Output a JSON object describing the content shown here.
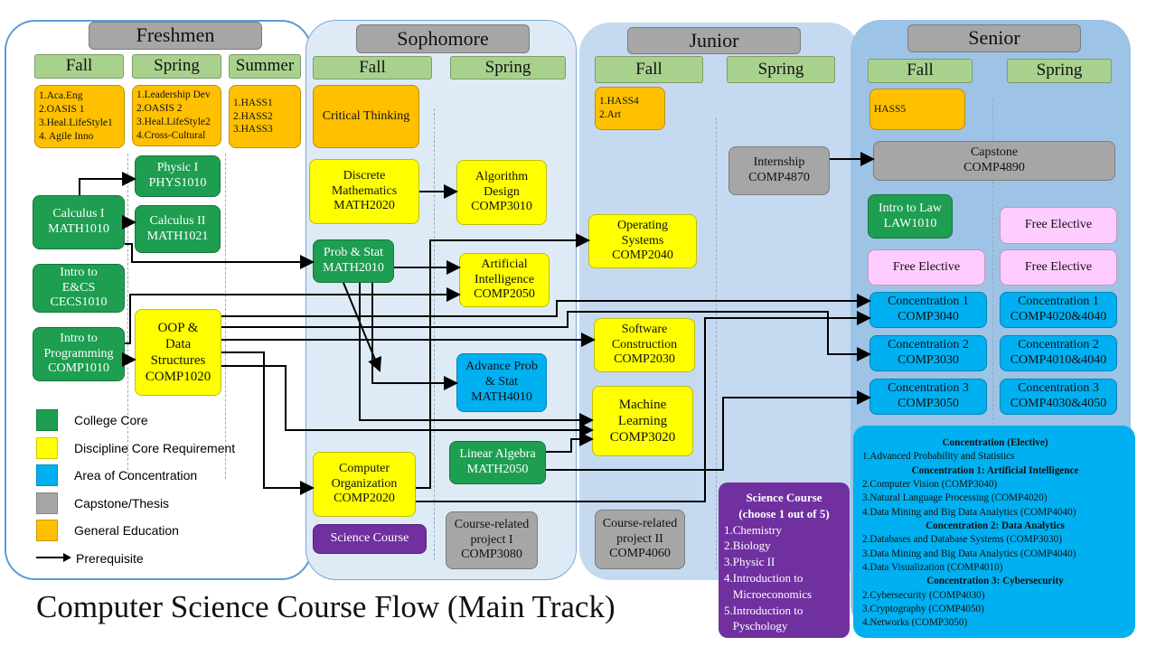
{
  "years": [
    {
      "id": "freshmen",
      "label": "Freshmen",
      "seasons": [
        "Fall",
        "Spring",
        "Summer"
      ]
    },
    {
      "id": "sophomore",
      "label": "Sophomore",
      "seasons": [
        "Fall",
        "Spring"
      ]
    },
    {
      "id": "junior",
      "label": "Junior",
      "seasons": [
        "Fall",
        "Spring"
      ]
    },
    {
      "id": "senior",
      "label": "Senior",
      "seasons": [
        "Fall",
        "Spring"
      ]
    }
  ],
  "courses": [
    {
      "id": "fr-fall-gened",
      "type": "orange",
      "text": "1.Aca.Eng\n2.OASIS 1\n3.Heal.LifeStyle1\n4. Agile Inno"
    },
    {
      "id": "fr-spring-gened",
      "type": "orange",
      "text": "1.Leadership Dev\n2.OASIS 2\n3.Heal.LifeStyle2\n4.Cross-Cultural"
    },
    {
      "id": "fr-summer-gened",
      "type": "orange",
      "text": "1.HASS1\n2.HASS2\n3.HASS3"
    },
    {
      "id": "critical-thinking",
      "type": "orange",
      "text": "Critical Thinking"
    },
    {
      "id": "jr-gened",
      "type": "orange",
      "text": "1.HASS4\n2.Art"
    },
    {
      "id": "sr-gened",
      "type": "orange",
      "text": "HASS5"
    },
    {
      "id": "physics1",
      "type": "green",
      "text": "Physic I\nPHYS1010"
    },
    {
      "id": "calculus1",
      "type": "green",
      "text": "Calculus I\nMATH1010"
    },
    {
      "id": "calculus2",
      "type": "green",
      "text": "Calculus II\nMATH1021"
    },
    {
      "id": "intro-ecs",
      "type": "green",
      "text": "Intro to\nE&CS\nCECS1010"
    },
    {
      "id": "intro-prog",
      "type": "green",
      "text": "Intro to\nProgramming\nCOMP1010"
    },
    {
      "id": "oop",
      "type": "yellow",
      "text": "OOP &\nData\nStructures\nCOMP1020"
    },
    {
      "id": "discrete",
      "type": "yellow",
      "text": "Discrete\nMathematics\nMATH2020"
    },
    {
      "id": "algorithm",
      "type": "yellow",
      "text": "Algorithm\nDesign\nCOMP3010"
    },
    {
      "id": "probstat",
      "type": "green",
      "text": "Prob & Stat\nMATH2010"
    },
    {
      "id": "ai",
      "type": "yellow",
      "text": "Artificial\nIntelligence\nCOMP2050"
    },
    {
      "id": "adv-prob",
      "type": "blue",
      "text": "Advance Prob\n& Stat\nMATH4010"
    },
    {
      "id": "linear-algebra",
      "type": "green",
      "text": "Linear Algebra\nMATH2050"
    },
    {
      "id": "comp-org",
      "type": "yellow",
      "text": "Computer\nOrganization\nCOMP2020"
    },
    {
      "id": "science-course",
      "type": "purple",
      "text": "Science Course"
    },
    {
      "id": "project1",
      "type": "gray",
      "text": "Course-related\nproject I\nCOMP3080"
    },
    {
      "id": "os",
      "type": "yellow",
      "text": "Operating\nSystems\nCOMP2040"
    },
    {
      "id": "swc",
      "type": "yellow",
      "text": "Software\nConstruction\nCOMP2030"
    },
    {
      "id": "ml",
      "type": "yellow",
      "text": "Machine\nLearning\nCOMP3020"
    },
    {
      "id": "internship",
      "type": "gray",
      "text": "Internship\nCOMP4870"
    },
    {
      "id": "project2",
      "type": "gray",
      "text": "Course-related\nproject II\nCOMP4060"
    },
    {
      "id": "capstone",
      "type": "gray",
      "text": "Capstone\nCOMP4890"
    },
    {
      "id": "law",
      "type": "green",
      "text": "Intro to Law\nLAW1010"
    },
    {
      "id": "free-elective-1",
      "type": "pink",
      "text": "Free Elective"
    },
    {
      "id": "free-elective-2",
      "type": "pink",
      "text": "Free Elective"
    },
    {
      "id": "free-elective-3",
      "type": "pink",
      "text": "Free Elective"
    },
    {
      "id": "conc1-fall",
      "type": "blue",
      "text": "Concentration 1\nCOMP3040"
    },
    {
      "id": "conc2-fall",
      "type": "blue",
      "text": "Concentration 2\nCOMP3030"
    },
    {
      "id": "conc3-fall",
      "type": "blue",
      "text": "Concentration 3\nCOMP3050"
    },
    {
      "id": "conc1-spring",
      "type": "blue",
      "text": "Concentration 1\nCOMP4020&4040"
    },
    {
      "id": "conc2-spring",
      "type": "blue",
      "text": "Concentration 2\nCOMP4010&4040"
    },
    {
      "id": "conc3-spring",
      "type": "blue",
      "text": "Concentration 3\nCOMP4030&4050"
    }
  ],
  "legend": [
    {
      "label": "College Core",
      "color": "#1e9e50"
    },
    {
      "label": "Discipline Core Requirement",
      "color": "#ffff00"
    },
    {
      "label": "Area of Concentration",
      "color": "#00b0f0"
    },
    {
      "label": "Capstone/Thesis",
      "color": "#a6a6a6"
    },
    {
      "label": "General Education",
      "color": "#ffc000"
    },
    {
      "label": "Prerequisite",
      "icon": "arrow-right"
    }
  ],
  "science_box": {
    "title": "Science Course\n(choose 1 out of 5)",
    "items": [
      [
        "1.",
        "Chemistry"
      ],
      [
        "2.",
        "Biology"
      ],
      [
        "3.",
        "Physic II"
      ],
      [
        "4.",
        "Introduction to Microeconomics"
      ],
      [
        "5.",
        "Introduction to Pyschology"
      ]
    ]
  },
  "concentration_box": {
    "sections": [
      {
        "title": "Concentration (Elective)",
        "items": [
          [
            "1.",
            "Advanced Probability and Statistics"
          ]
        ]
      },
      {
        "title": "Concentration 1: Artificial Intelligence",
        "items": [
          [
            "2.",
            "Computer Vision (COMP3040)"
          ],
          [
            "3.",
            "Natural Language Processing (COMP4020)"
          ],
          [
            "4.",
            "Data Mining and Big Data Analytics (COMP4040)"
          ]
        ]
      },
      {
        "title": "Concentration 2: Data Analytics",
        "items": [
          [
            "2.",
            "Databases and Database Systems (COMP3030)"
          ],
          [
            "3.",
            "Data Mining and Big Data Analytics (COMP4040)"
          ],
          [
            "4.",
            "Data Visualization (COMP4010)"
          ]
        ]
      },
      {
        "title": "Concentration 3: Cybersecurity",
        "items": [
          [
            "2.",
            "Cybersecurity (COMP4030)"
          ],
          [
            "3.",
            "Cryptography (COMP4050)"
          ],
          [
            "4.",
            "Networks (COMP3050)"
          ]
        ]
      }
    ]
  },
  "title": "Computer Science Course Flow (Main Track)"
}
